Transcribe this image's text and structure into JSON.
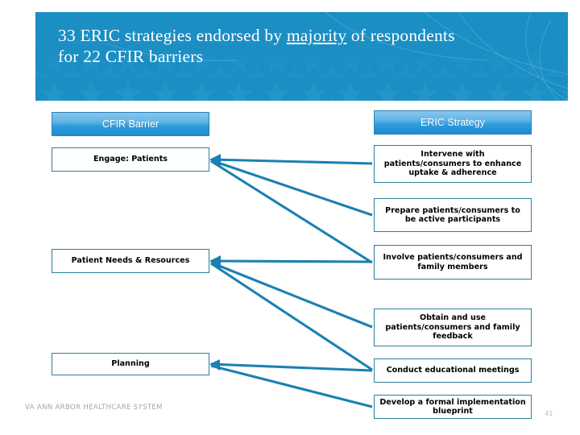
{
  "slide": {
    "title_line1_pre": "33 ERIC strategies endorsed by ",
    "title_underlined": "majority",
    "title_line1_post": " of respondents",
    "title_line2": "for 22 CFIR barriers",
    "title_full": "33 ERIC strategies endorsed by majority of respondents for 22 CFIR barriers",
    "footer_org": "VA ANN ARBOR HEALTHCARE SYSTEM",
    "slide_number": "41"
  },
  "colors": {
    "banner_blue": "#1b8ec4",
    "header_gradient_top": "#87c7ee",
    "header_gradient_bottom": "#1c8fd3",
    "box_border": "#2a7f9e",
    "connector_blue": "#1b80b3",
    "footer_gray": "#a6a6a6"
  },
  "columns": {
    "left_header": "CFIR Barrier",
    "right_header": "ERIC Strategy"
  },
  "barriers": [
    {
      "id": "engage-patients",
      "label": "Engage: Patients"
    },
    {
      "id": "patient-needs",
      "label": "Patient Needs & Resources"
    },
    {
      "id": "planning",
      "label": "Planning"
    }
  ],
  "strategies": [
    {
      "id": "intervene-with-patients",
      "label": "Intervene with patients/consumers to enhance uptake & adherence"
    },
    {
      "id": "prepare-patients",
      "label": "Prepare patients/consumers to be active participants"
    },
    {
      "id": "involve-patients",
      "label": "Involve patients/consumers and family members"
    },
    {
      "id": "obtain-feedback",
      "label": "Obtain and use patients/consumers and family feedback"
    },
    {
      "id": "educational-meetings",
      "label": "Conduct educational meetings"
    },
    {
      "id": "implementation-blueprint",
      "label": "Develop a formal implementation blueprint"
    }
  ],
  "links": [
    {
      "from": "engage-patients",
      "to": "intervene-with-patients"
    },
    {
      "from": "engage-patients",
      "to": "prepare-patients"
    },
    {
      "from": "engage-patients",
      "to": "involve-patients"
    },
    {
      "from": "patient-needs",
      "to": "involve-patients"
    },
    {
      "from": "patient-needs",
      "to": "obtain-feedback"
    },
    {
      "from": "patient-needs",
      "to": "educational-meetings"
    },
    {
      "from": "planning",
      "to": "educational-meetings"
    },
    {
      "from": "planning",
      "to": "implementation-blueprint"
    }
  ]
}
